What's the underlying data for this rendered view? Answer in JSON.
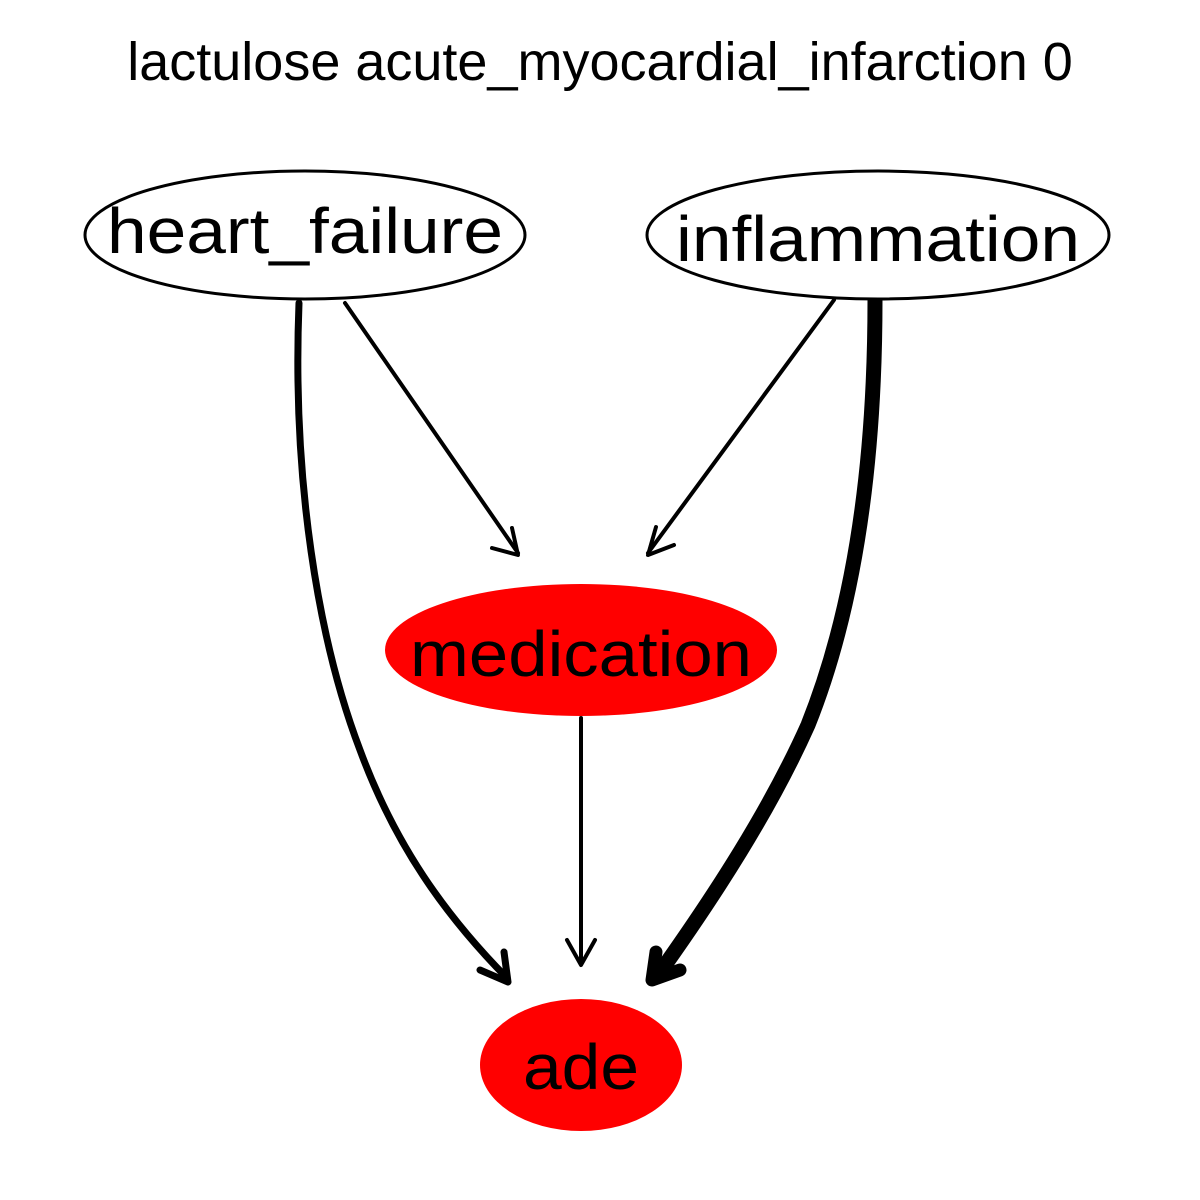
{
  "graph": {
    "title": "lactulose acute_myocardial_infarction 0",
    "nodes": {
      "heart_failure": {
        "label": "heart_failure",
        "fill": "#ffffff",
        "outlined": true
      },
      "inflammation": {
        "label": "inflammation",
        "fill": "#ffffff",
        "outlined": true
      },
      "medication": {
        "label": "medication",
        "fill": "#ff0000",
        "outlined": false
      },
      "ade": {
        "label": "ade",
        "fill": "#ff0000",
        "outlined": false
      }
    },
    "edges": [
      {
        "from": "heart_failure",
        "to": "medication",
        "weight": "thin"
      },
      {
        "from": "inflammation",
        "to": "medication",
        "weight": "thin"
      },
      {
        "from": "heart_failure",
        "to": "ade",
        "weight": "medium"
      },
      {
        "from": "medication",
        "to": "ade",
        "weight": "thin"
      },
      {
        "from": "inflammation",
        "to": "ade",
        "weight": "thick"
      }
    ]
  }
}
